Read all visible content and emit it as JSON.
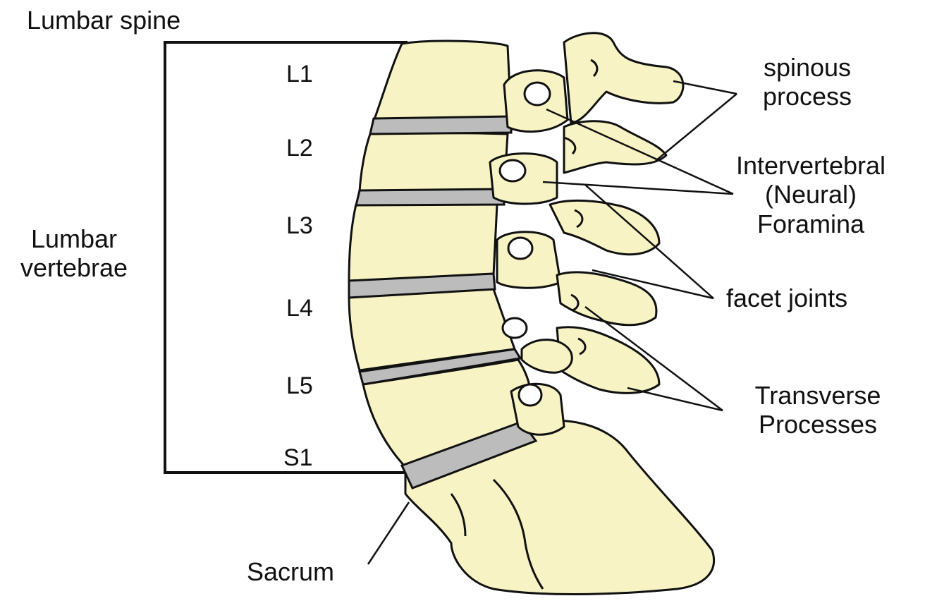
{
  "colors": {
    "bone": "#f7f3c4",
    "disc": "#bcbcbc",
    "outline": "#111111",
    "hole": "#ffffff"
  },
  "diagram": {
    "title": "Lumbar spine",
    "group_label": "Lumbar vertebrae",
    "levels": [
      "L1",
      "L2",
      "L3",
      "L4",
      "L5",
      "S1"
    ],
    "labels": {
      "spinous": "spinous\nprocess",
      "foramina": "Intervertebral\n(Neural)\nForamina",
      "facet": "facet joints",
      "transverse": "Transverse\nProcesses",
      "sacrum": "Sacrum"
    }
  }
}
